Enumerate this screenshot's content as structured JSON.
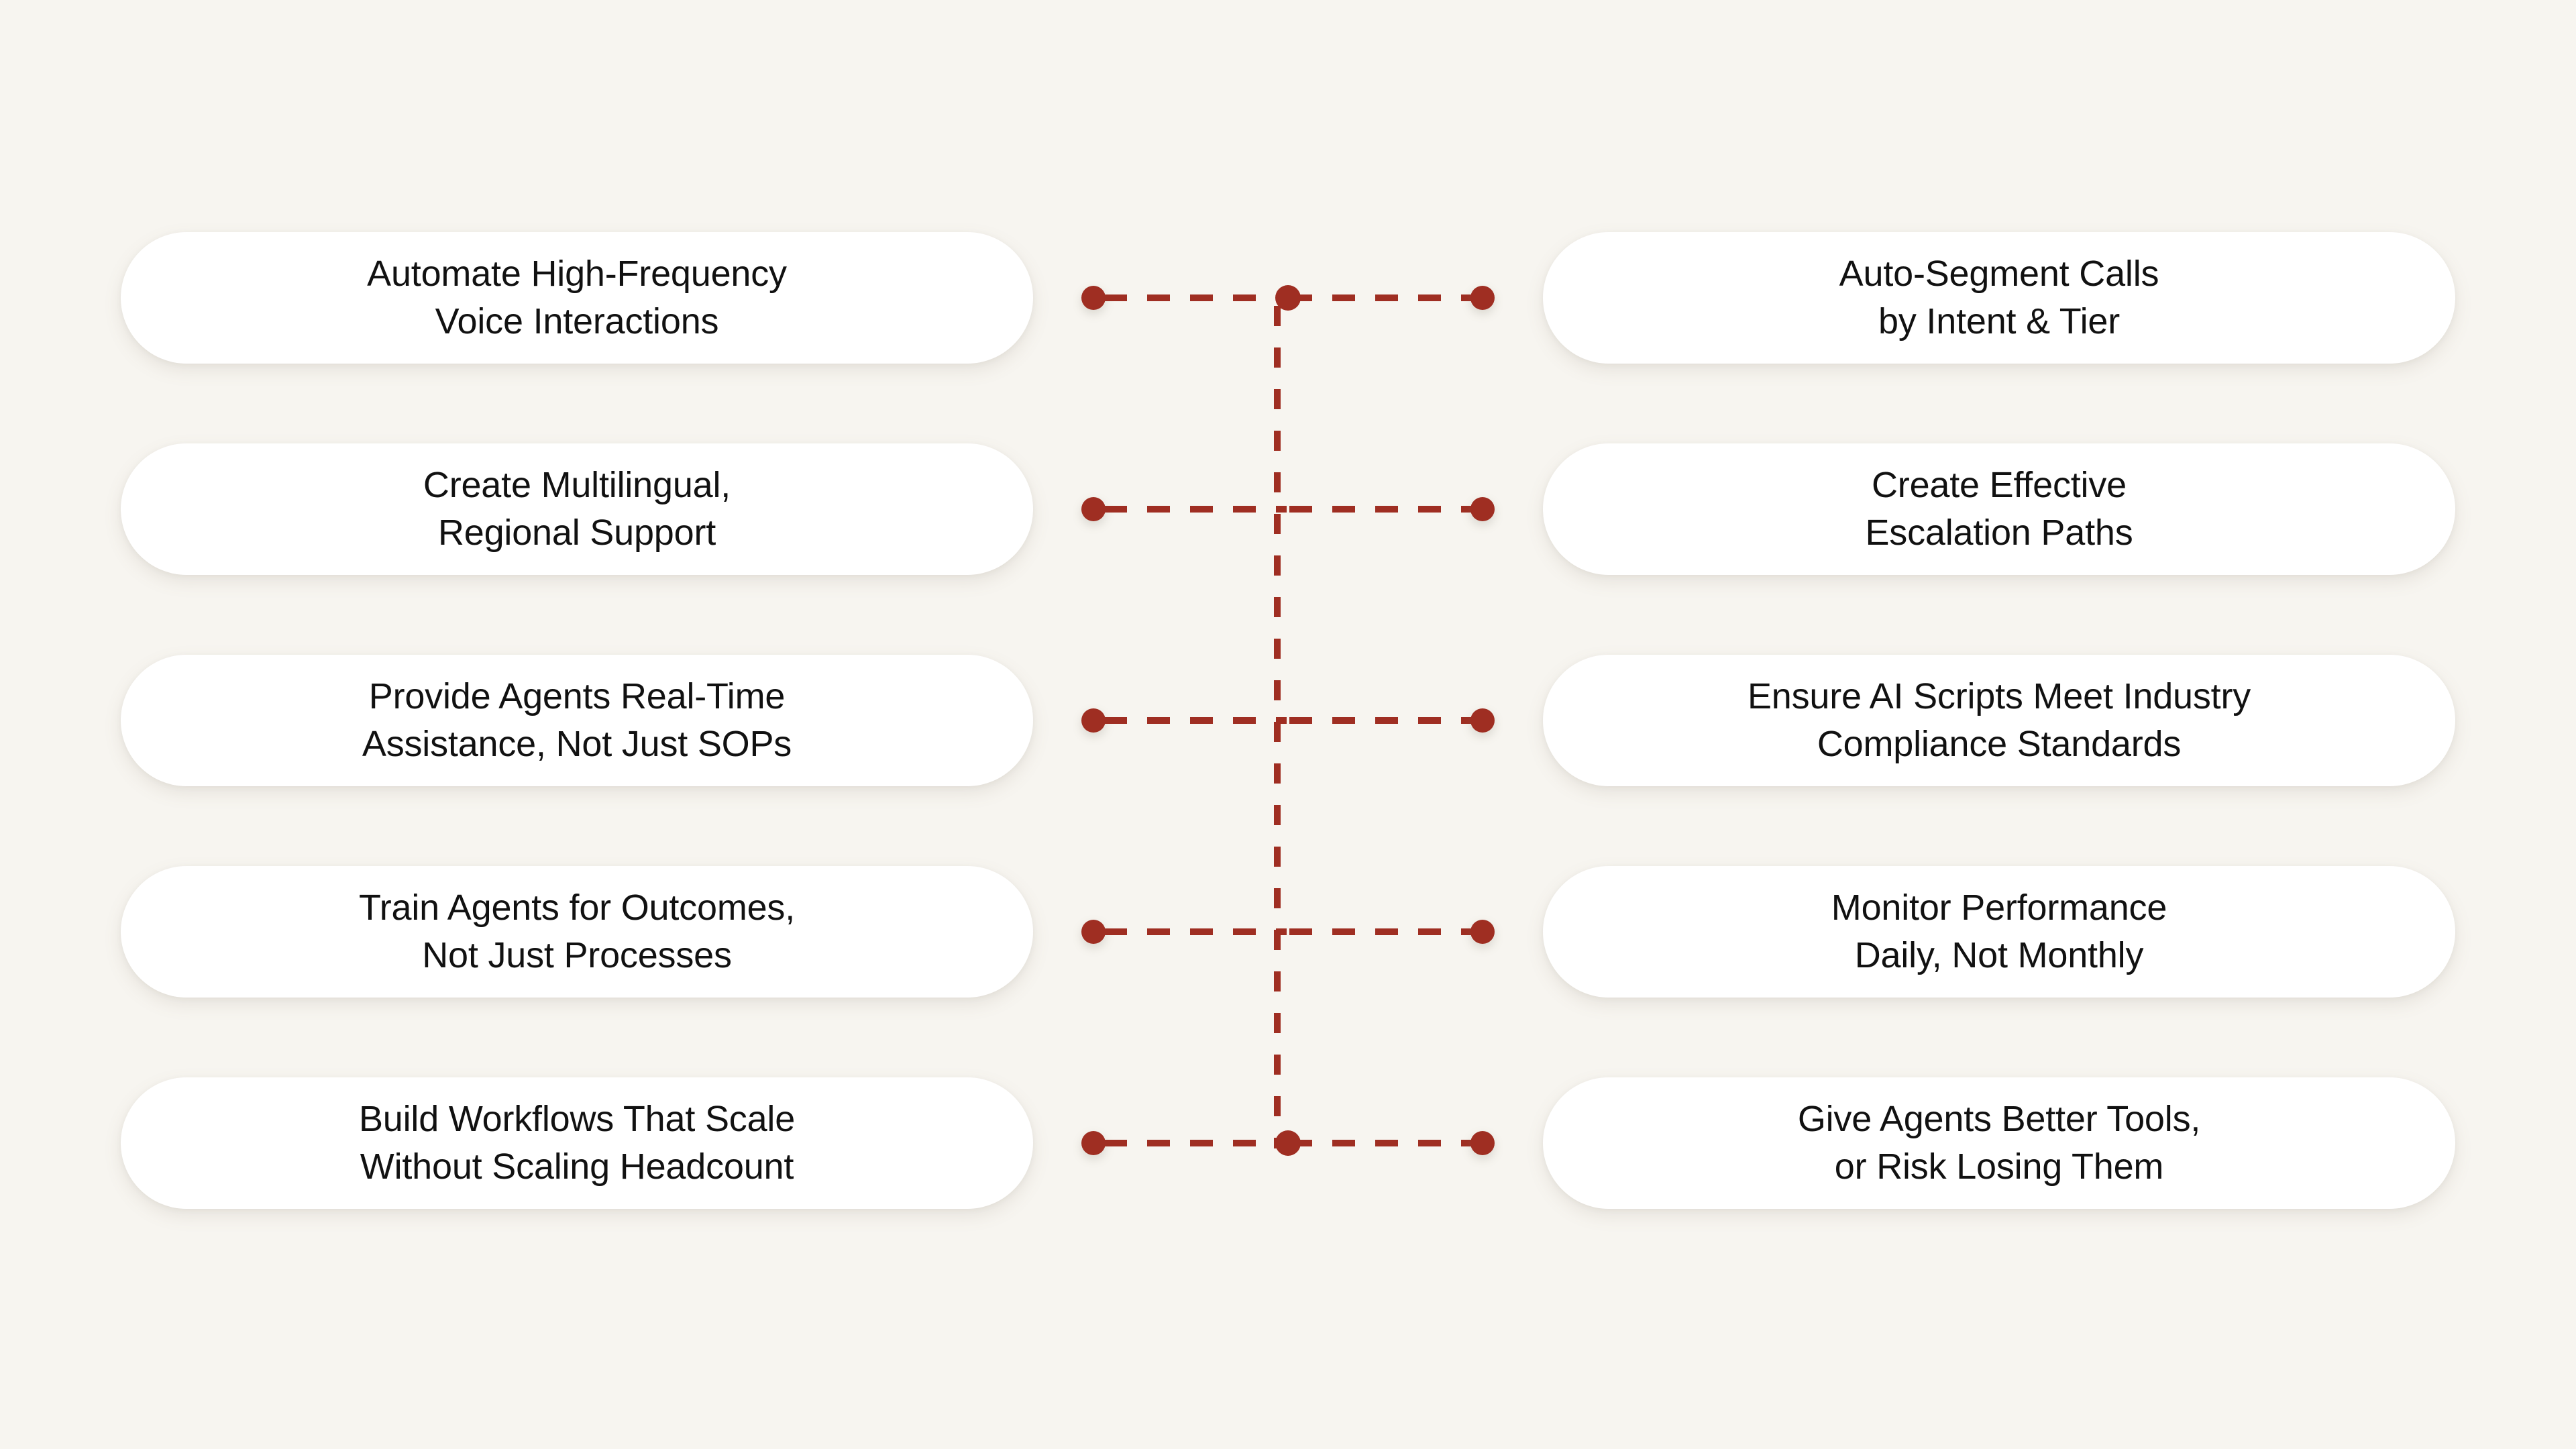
{
  "canvas": {
    "background_color": "#f7f5f0",
    "accent_color": "#9f2e22",
    "card_color": "#ffffff",
    "text_color": "#111111"
  },
  "diagram": {
    "type": "paired-list-with-connectors",
    "rows": [
      {
        "left_label": "Automate High-Frequency\nVoice Interactions",
        "right_label": "Auto-Segment Calls\nby Intent & Tier",
        "has_center_node": true
      },
      {
        "left_label": "Create Multilingual,\nRegional Support",
        "right_label": "Create Effective\nEscalation Paths",
        "has_center_node": false
      },
      {
        "left_label": "Provide Agents Real-Time\nAssistance, Not Just SOPs",
        "right_label": "Ensure AI Scripts Meet Industry\nCompliance Standards",
        "has_center_node": false
      },
      {
        "left_label": "Train Agents for Outcomes,\nNot Just Processes",
        "right_label": "Monitor Performance\nDaily, Not Monthly",
        "has_center_node": false
      },
      {
        "left_label": "Build Workflows That Scale\nWithout Scaling Headcount",
        "right_label": "Give Agents Better Tools,\nor Risk Losing Them",
        "has_center_node": true
      }
    ],
    "connector": {
      "line_style": "dashed",
      "endpoint_icon": "dot-icon",
      "center_icon": "node-dot-icon",
      "spine_icon": "vertical-dashed-line-icon"
    }
  }
}
